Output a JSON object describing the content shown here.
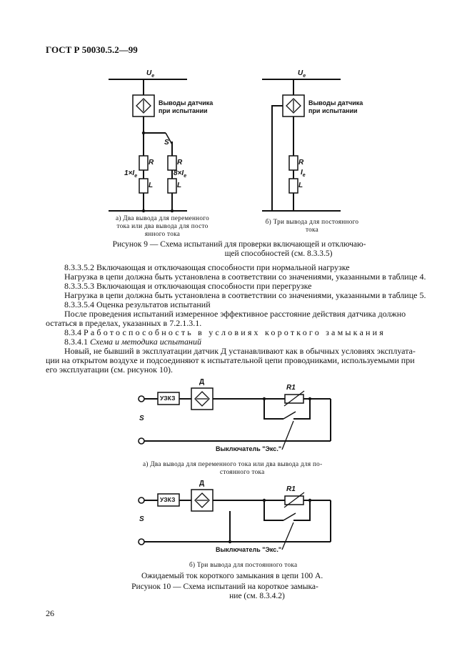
{
  "header": {
    "doc_code": "ГОСТ Р 50030.5.2—99"
  },
  "fig9": {
    "left": {
      "supply": "U",
      "supply_sub": "e",
      "sensor_label_1": "Выводы датчика",
      "sensor_label_2": "при испытании",
      "switch": "S",
      "r_left": "R",
      "r_right": "R",
      "l_left": "L",
      "l_right": "L",
      "i_left": "1×I",
      "i_left_sub": "e",
      "i_right": "8×I",
      "i_right_sub": "e"
    },
    "right": {
      "supply": "U",
      "supply_sub": "e",
      "sensor_label_1": "Выводы датчика",
      "sensor_label_2": "при испытании",
      "r": "R",
      "l": "L",
      "i": "I",
      "i_sub": "e"
    },
    "caption_a_1": "а) Два вывода для переменного",
    "caption_a_2": "тока или два вывода для посто",
    "caption_a_3": "янного тока",
    "caption_b_1": "б) Три вывода для постоянного",
    "caption_b_2": "тока",
    "title_1": "Рисунок 9 — Схема испытаний для проверки включающей и отключаю-",
    "title_2": "щей способностей (см. 8.3.3.5)"
  },
  "body": {
    "p1": "8.3.3.5.2 Включающая и отключающая способности при нормальной нагрузке",
    "p2": "Нагрузка в цепи должна быть установлена в соответствии со значениями, указанными в таблице 4.",
    "p3": "8.3.3.5.3 Включающая и отключающая способности при перегрузке",
    "p4": "Нагрузка в цепи должна быть установлена в соответствии со значениями, указанными в таблице 5.",
    "p5": "8.3.3.5.4 Оценка результатов испытаний",
    "p6a": "После проведения испытаний измеренное эффективное расстояние действия датчика должно",
    "p6b": "остаться в пределах, указанных в 7.2.1.3.1.",
    "p7num": "8.3.4",
    "p7text": "Работоспособность в условиях короткого замыкания",
    "p8num": "8.3.4.1",
    "p8text": "Схема и методика испытаний",
    "p9a": "Новый, не бывший в эксплуатации датчик Д устанавливают как в обычных условиях эксплуата-",
    "p9b": "ции на открытом воздухе и подсоединяют к испытательной цепи проводниками, используемыми при",
    "p9c": "его эксплуатации (см. рисунок 10)."
  },
  "fig10": {
    "a": {
      "fuse": "УЗКЗ",
      "sensor": "Д",
      "resistor": "R1",
      "s": "S",
      "switch_label": "Выключатель \"Экс.\""
    },
    "caption_a_1": "а) Два вывода для переменного тока или два вывода для по-",
    "caption_a_2": "стоянного тока",
    "b": {
      "fuse": "УЗКЗ",
      "sensor": "Д",
      "resistor": "R1",
      "s": "S",
      "switch_label": "Выключатель \"Экс.\""
    },
    "caption_b": "б) Три вывода для постоянного тока",
    "note": "Ожидаемый ток короткого замыкания в цепи 100 А.",
    "title_1": "Рисунок 10 — Схема испытаний на короткое замыка-",
    "title_2": "ние (см. 8.3.4.2)"
  },
  "page_number": "26"
}
